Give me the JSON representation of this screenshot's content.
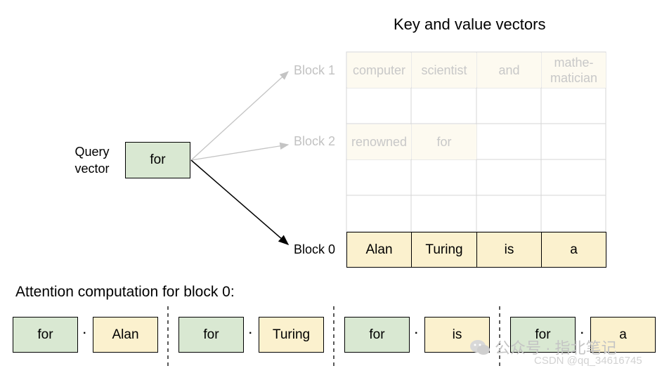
{
  "title": "Key and value vectors",
  "query": {
    "label_line1": "Query",
    "label_line2": "vector",
    "token": "for"
  },
  "blocks": {
    "block1": {
      "label": "Block 1",
      "tokens": [
        "computer",
        "scientist",
        "and",
        "mathe-\nmatician"
      ]
    },
    "block2": {
      "label": "Block 2",
      "tokens": [
        "renowned",
        "for"
      ]
    },
    "block0": {
      "label": "Block 0",
      "tokens": [
        "Alan",
        "Turing",
        "is",
        "a"
      ]
    }
  },
  "attention": {
    "title": "Attention computation for block 0:",
    "dot": "·",
    "pairs": [
      {
        "query": "for",
        "key": "Alan"
      },
      {
        "query": "for",
        "key": "Turing"
      },
      {
        "query": "for",
        "key": "is"
      },
      {
        "query": "for",
        "key": "a"
      }
    ]
  },
  "watermark": {
    "wechat": "公众号 · 指北笔记",
    "csdn": "CSDN @qq_34616745"
  },
  "colors": {
    "query": "#d9e8d2",
    "key": "#fbf1ce",
    "faint_text": "#c8c8c8",
    "grid": "#d5d5d5"
  }
}
